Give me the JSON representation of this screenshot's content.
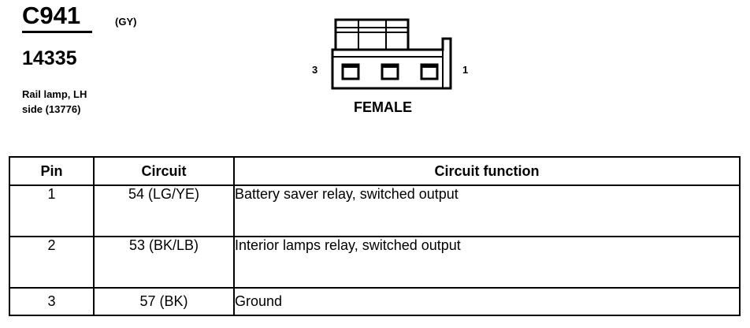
{
  "connector": {
    "id": "C941",
    "color": "(GY)",
    "part_number": "14335",
    "description_line1": "Rail lamp, LH",
    "description_line2": "side (13776)",
    "pin_left_label": "3",
    "pin_right_label": "1",
    "gender": "FEMALE",
    "icon": "connector-face-icon"
  },
  "table": {
    "headers": [
      "Pin",
      "Circuit",
      "Circuit function"
    ],
    "rows": [
      {
        "pin": "1",
        "circuit": "54 (LG/YE)",
        "function": "Battery saver relay, switched output"
      },
      {
        "pin": "2",
        "circuit": "53 (BK/LB)",
        "function": "Interior lamps relay, switched output"
      },
      {
        "pin": "3",
        "circuit": "57 (BK)",
        "function": "Ground"
      }
    ]
  }
}
